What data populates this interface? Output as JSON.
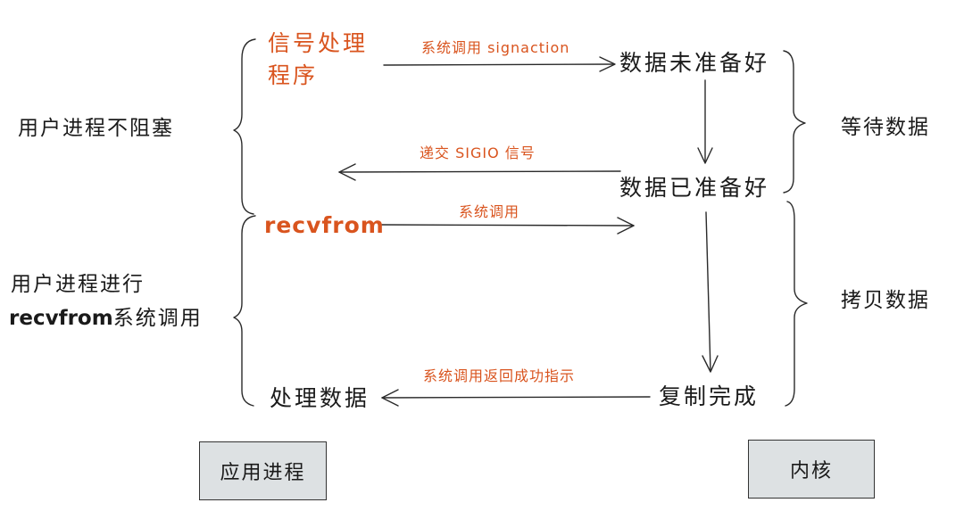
{
  "app": {
    "signal_handler_line1": "信号处理",
    "signal_handler_line2": "程序",
    "recvfrom": "recvfrom",
    "process_data": "处理数据",
    "data_not_ready": "数据未准备好",
    "data_ready": "数据已准备好",
    "copy_done": "复制完成"
  },
  "labels": {
    "sigaction_call": "系统调用 signaction",
    "deliver_sigio": "递交 SIGIO 信号",
    "syscall": "系统调用",
    "return_success": "系统调用返回成功指示"
  },
  "left_groups": {
    "user_not_blocked": "用户进程不阻塞",
    "user_recvfrom_line1": "用户进程进行",
    "user_recvfrom_line2_code": "recvfrom",
    "user_recvfrom_line2_text": "系统调用"
  },
  "right_groups": {
    "wait_data": "等待数据",
    "copy_data": "拷贝数据"
  },
  "boxes": {
    "app_process": "应用进程",
    "kernel": "内核"
  },
  "colors": {
    "accent": "#d9541e",
    "ink": "#1a1a1a",
    "box_fill": "#dde1e3"
  }
}
